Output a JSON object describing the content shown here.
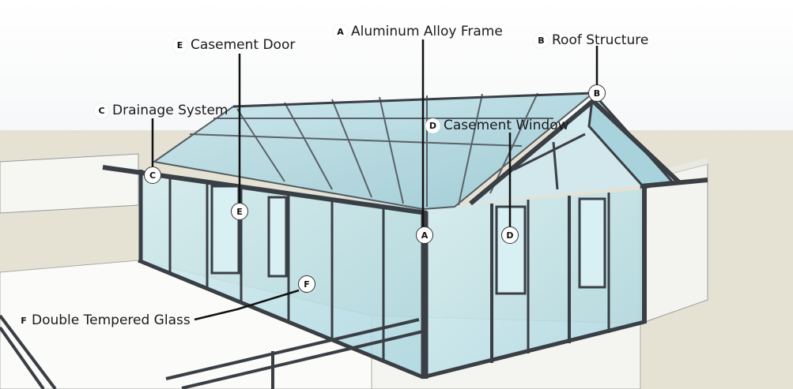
{
  "labels": {
    "A": {
      "letter": "A",
      "text": "Aluminum Alloy Frame"
    },
    "B": {
      "letter": "B",
      "text": "Roof Structure"
    },
    "C": {
      "letter": "C",
      "text": "Drainage System"
    },
    "D": {
      "letter": "D",
      "text": "Casement Window"
    },
    "E": {
      "letter": "E",
      "text": "Casement Door"
    },
    "F": {
      "letter": "F",
      "text": "Double Tempered Glass"
    }
  },
  "colors": {
    "frame": "#3a3f45",
    "glass": "#bfe3ea",
    "sky": "#eef1f4",
    "ground": "#e7e3d3",
    "wall": "#f7f7f5"
  }
}
